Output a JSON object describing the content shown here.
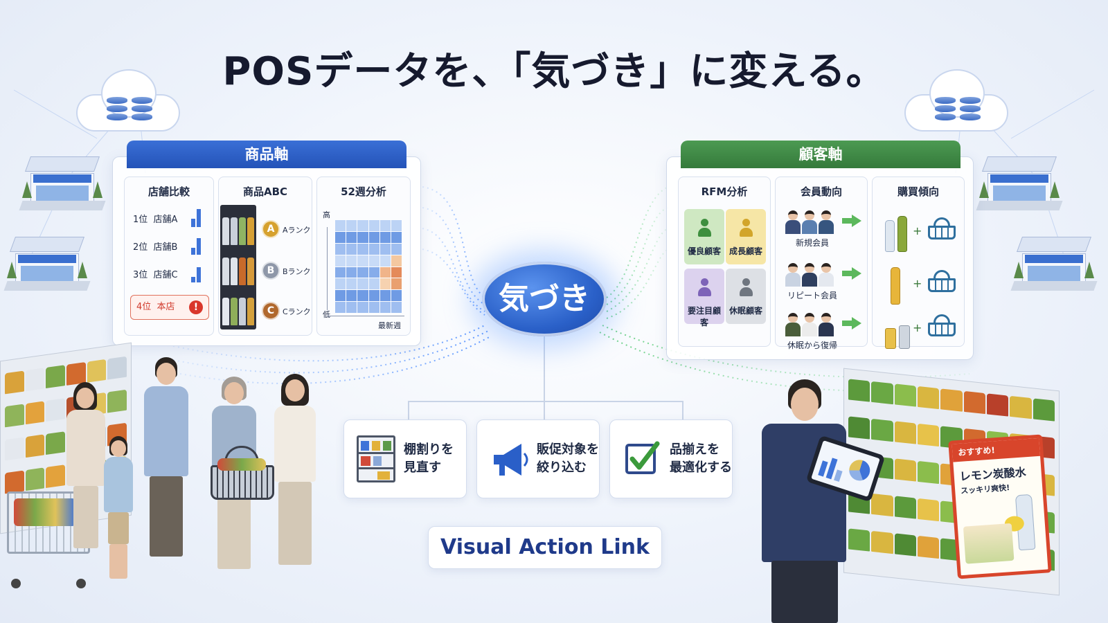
{
  "title": "POSデータを、「気づき」に変える。",
  "colors": {
    "product_axis": "#2d5fc8",
    "customer_axis": "#3f8a45",
    "center": "#2a60c8",
    "alert": "#d9362b"
  },
  "product_axis": {
    "header": "商品軸",
    "store_compare": {
      "title": "店舗比較",
      "ranks": [
        {
          "rank": "1位",
          "store": "店舗A"
        },
        {
          "rank": "2位",
          "store": "店舗B"
        },
        {
          "rank": "3位",
          "store": "店舗C"
        }
      ],
      "alert": {
        "rank": "4位",
        "store": "本店",
        "icon": "!"
      }
    },
    "abc": {
      "title": "商品ABC",
      "ranks": [
        {
          "medal": "A",
          "label": "Aランク"
        },
        {
          "medal": "B",
          "label": "Bランク"
        },
        {
          "medal": "C",
          "label": "Cランク"
        }
      ]
    },
    "weeks": {
      "title": "52週分析",
      "y_high": "高",
      "y_low": "低",
      "x_label": "最新週"
    }
  },
  "customer_axis": {
    "header": "顧客軸",
    "rfm": {
      "title": "RFM分析",
      "segments": [
        "優良顧客",
        "成長顧客",
        "要注目顧客",
        "休眠顧客"
      ]
    },
    "members": {
      "title": "会員動向",
      "rows": [
        "新規会員",
        "リピート会員",
        "休眠から復帰"
      ]
    },
    "purchase": {
      "title": "購買傾向",
      "plus": "+"
    }
  },
  "center": {
    "label": "気づき"
  },
  "actions": [
    {
      "line1": "棚割りを",
      "line2": "見直す",
      "icon": "shelf-icon"
    },
    {
      "line1": "販促対象を",
      "line2": "絞り込む",
      "icon": "megaphone-icon"
    },
    {
      "line1": "品揃えを",
      "line2": "最適化する",
      "icon": "checkbox-icon"
    }
  ],
  "brand": "Visual Action Link",
  "promo": {
    "head": "おすすめ!",
    "title": "レモン炭酸水",
    "sub": "スッキリ爽快!"
  }
}
